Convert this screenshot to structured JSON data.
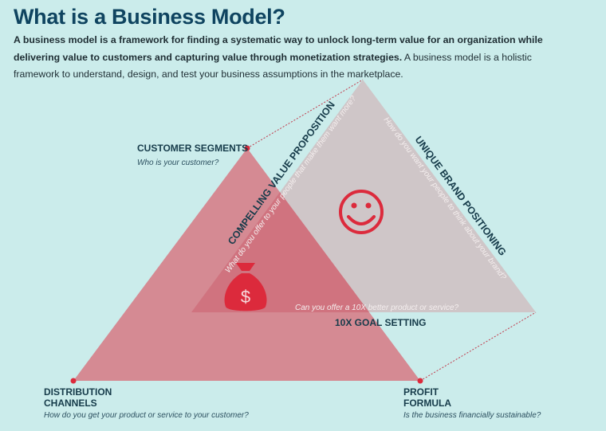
{
  "title": "What is a Business Model?",
  "intro": {
    "bold": "A business model is a framework for finding a systematic way to unlock long-term value for an organization while delivering value to customers and capturing value through monetization strategies.",
    "normal": " A business model is a holistic framework to understand, design, and test your business assumptions in the marketplace."
  },
  "diagram": {
    "customer_segments": {
      "label": "CUSTOMER SEGMENTS",
      "question": "Who is your customer?"
    },
    "distribution_channels": {
      "label1": "DISTRIBUTION",
      "label2": "CHANNELS",
      "question": "How do you get your product or service to your customer?"
    },
    "profit_formula": {
      "label1": "PROFIT",
      "label2": "FORMULA",
      "question": "Is the business financially sustainable?"
    },
    "value_proposition": {
      "label": "COMPELLING VALUE PROPOSITION",
      "question": "What do you offer to your people that make them want more?"
    },
    "brand_positioning": {
      "label": "UNIQUE BRAND POSITIONING",
      "question": "How do you want your people to think about your brand?"
    },
    "goal_setting": {
      "label": "10X GOAL SETTING",
      "question": "Can you offer a 10X better product or service?"
    },
    "icons": [
      "smiley-face-icon",
      "money-bag-icon"
    ],
    "colors": {
      "red_triangle": "#d58a93",
      "gray_triangle": "#cfc6c8",
      "overlap": "#d0737f",
      "accent": "#dc2a3c",
      "background": "#cbeceb",
      "heading": "#0f4460"
    }
  }
}
